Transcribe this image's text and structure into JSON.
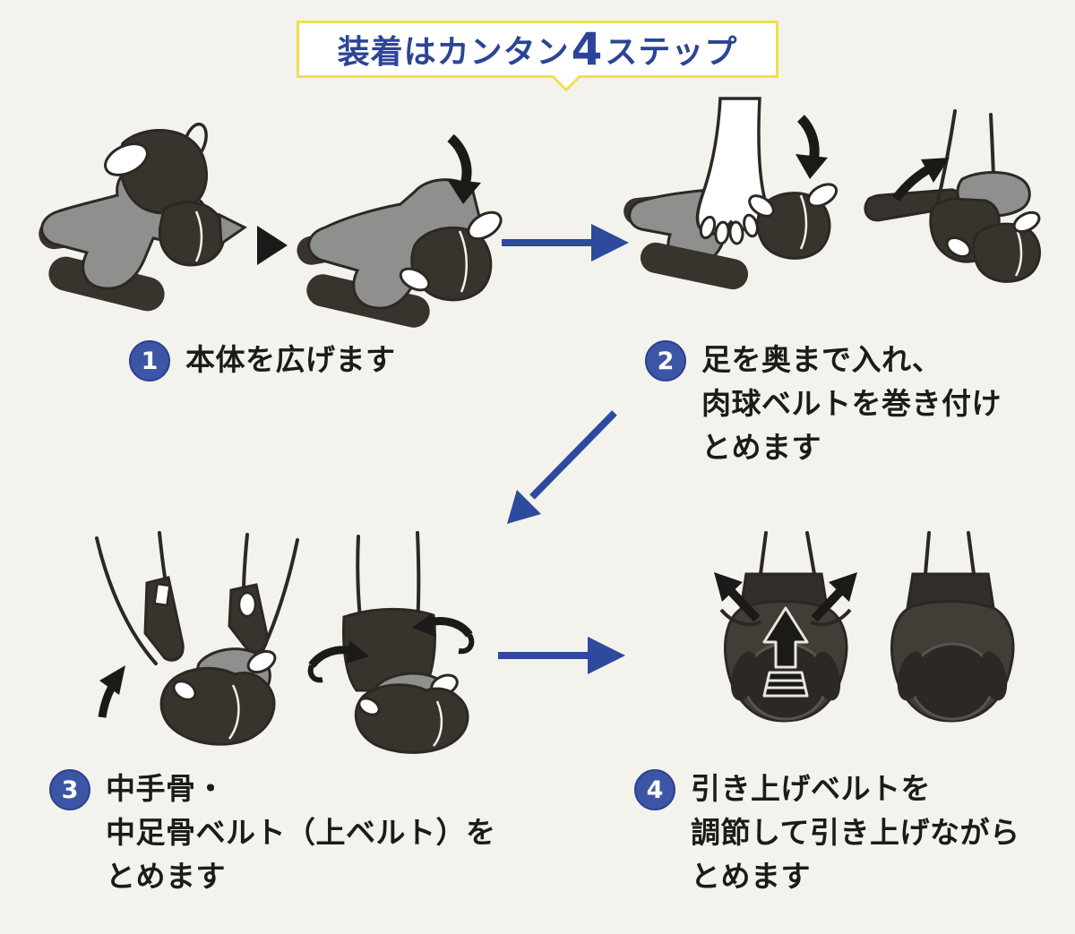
{
  "title": {
    "prefix": "装着はカンタン",
    "number": "4",
    "suffix": "ステップ"
  },
  "steps": [
    {
      "number": "1",
      "lines": [
        "本体を広げます"
      ]
    },
    {
      "number": "2",
      "lines": [
        "足を奥まで入れ、",
        "肉球ベルトを巻き付け",
        "とめます"
      ]
    },
    {
      "number": "3",
      "lines": [
        "中手骨・",
        "中足骨ベルト（上ベルト）を",
        "とめます"
      ]
    },
    {
      "number": "4",
      "lines": [
        "引き上げベルトを",
        "調節して引き上げながら",
        "とめます"
      ]
    }
  ],
  "icons": {
    "flow_arrow_right": "right-arrow",
    "flow_arrow_diagonal": "down-left-arrow",
    "next_triangle": "play-triangle"
  },
  "colors": {
    "background": "#f3f2ec",
    "title_text": "#2b4596",
    "title_border": "#efe14b",
    "badge_blue": "#3c56a6",
    "body_text": "#1d1b19",
    "flow_arrow_blue": "#2d4a9d",
    "illustration_dark": "#39332e",
    "illustration_gray": "#8f8f8d"
  }
}
